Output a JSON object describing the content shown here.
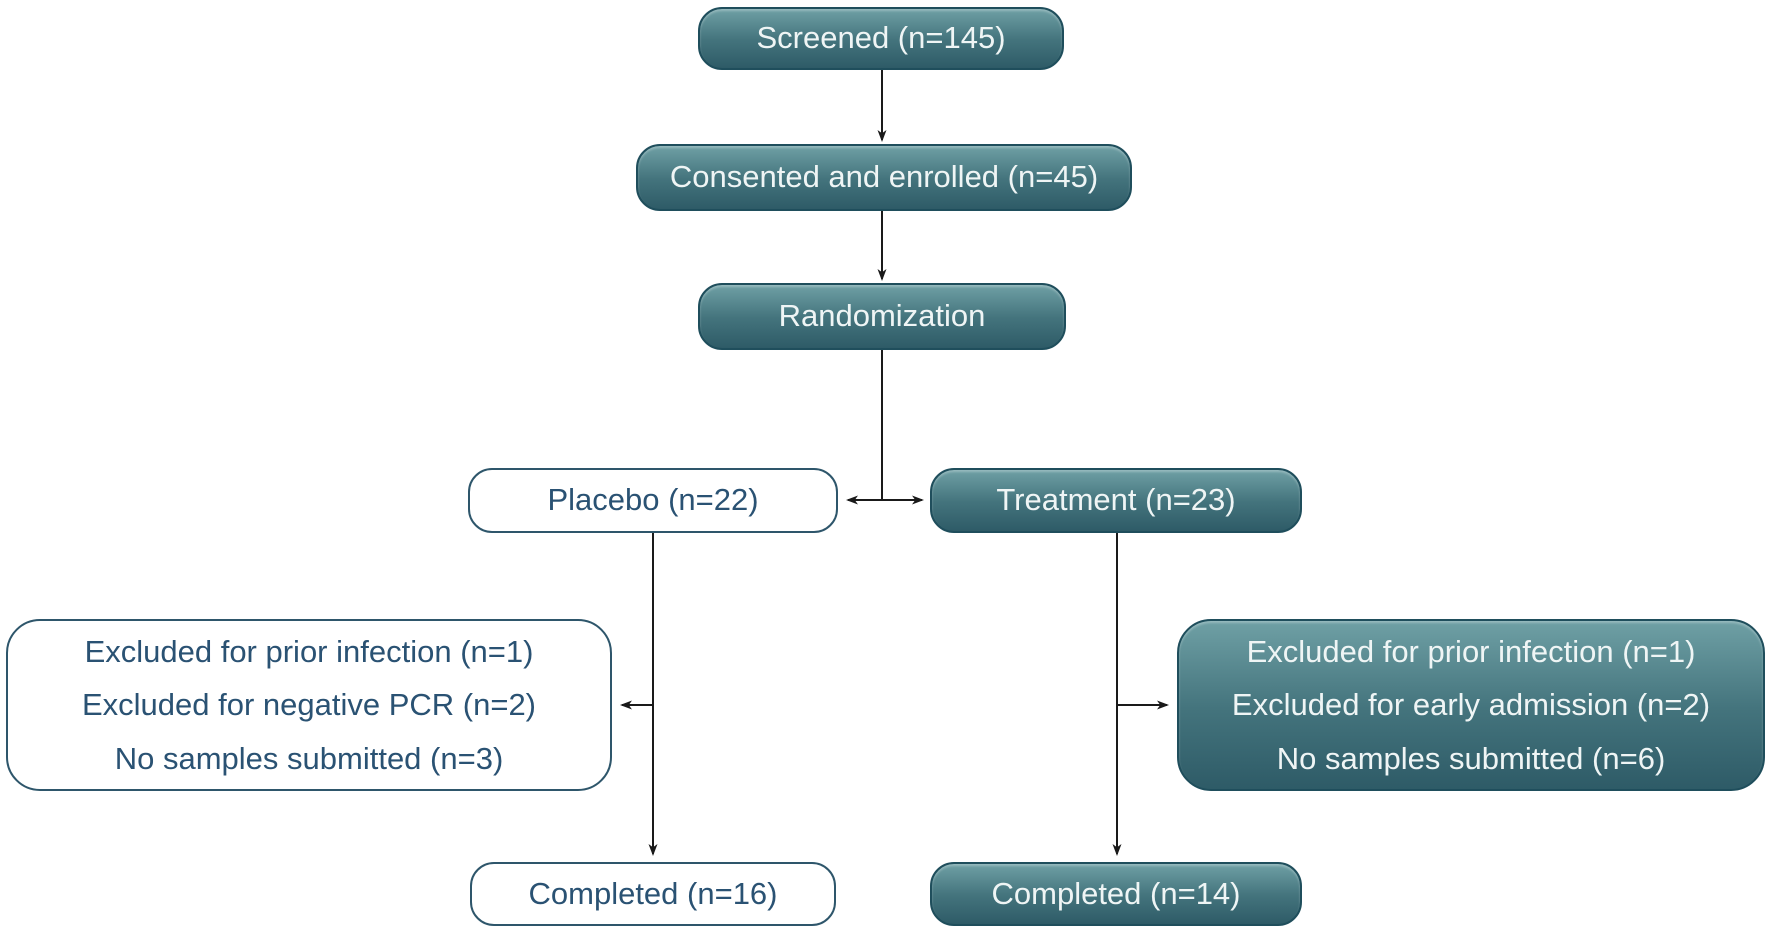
{
  "diagram": {
    "type": "flowchart",
    "nodes": {
      "screened": {
        "label": "Screened (n=145)"
      },
      "consented": {
        "label": "Consented and enrolled (n=45)"
      },
      "randomization": {
        "label": "Randomization"
      },
      "placebo": {
        "label": "Placebo (n=22)"
      },
      "treatment": {
        "label": "Treatment (n=23)"
      },
      "placebo_excluded": {
        "lines": [
          "Excluded for prior infection (n=1)",
          "Excluded for negative PCR (n=2)",
          "No samples submitted (n=3)"
        ]
      },
      "treatment_excluded": {
        "lines": [
          "Excluded for prior infection (n=1)",
          "Excluded for early admission (n=2)",
          "No samples submitted (n=6)"
        ]
      },
      "placebo_completed": {
        "label": "Completed (n=16)"
      },
      "treatment_completed": {
        "label": "Completed (n=14)"
      }
    },
    "edges": [
      {
        "from": "screened",
        "to": "consented"
      },
      {
        "from": "consented",
        "to": "randomization"
      },
      {
        "from": "randomization",
        "to": "placebo"
      },
      {
        "from": "randomization",
        "to": "treatment"
      },
      {
        "from": "placebo",
        "to": "placebo_excluded"
      },
      {
        "from": "placebo",
        "to": "placebo_completed"
      },
      {
        "from": "treatment",
        "to": "treatment_excluded"
      },
      {
        "from": "treatment",
        "to": "treatment_completed"
      }
    ],
    "colors": {
      "teal_gradient_top": "#6fa0a5",
      "teal_gradient_mid": "#44747d",
      "teal_gradient_bottom": "#2e5b67",
      "teal_border": "#1f4e5c",
      "white_fill": "#ffffff",
      "white_border": "#2e566b",
      "text_dark": "#2a5273",
      "text_light": "#eff5f5",
      "arrow": "#1a1a1a",
      "background": "#ffffff"
    }
  }
}
